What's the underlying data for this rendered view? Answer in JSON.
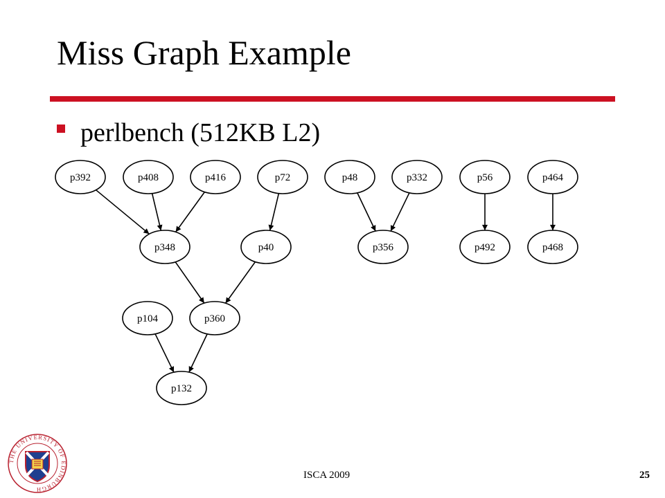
{
  "slide": {
    "title": "Miss Graph Example",
    "bullet": "perlbench (512KB L2)",
    "footer": "ISCA 2009",
    "page_number": "25",
    "logo_icon": "university-of-edinburgh-crest-icon",
    "logo_text": "THE UNIVERSITY OF EDINBURGH"
  },
  "colors": {
    "accent": "#cc1122",
    "text": "#000000"
  },
  "graph": {
    "nodes": [
      "p392",
      "p408",
      "p416",
      "p72",
      "p48",
      "p332",
      "p56",
      "p464",
      "p348",
      "p40",
      "p356",
      "p492",
      "p468",
      "p104",
      "p360",
      "p132"
    ],
    "edges": [
      [
        "p392",
        "p348"
      ],
      [
        "p408",
        "p348"
      ],
      [
        "p416",
        "p348"
      ],
      [
        "p72",
        "p40"
      ],
      [
        "p48",
        "p356"
      ],
      [
        "p332",
        "p356"
      ],
      [
        "p56",
        "p492"
      ],
      [
        "p464",
        "p468"
      ],
      [
        "p348",
        "p360"
      ],
      [
        "p40",
        "p360"
      ],
      [
        "p104",
        "p132"
      ],
      [
        "p360",
        "p132"
      ]
    ]
  }
}
